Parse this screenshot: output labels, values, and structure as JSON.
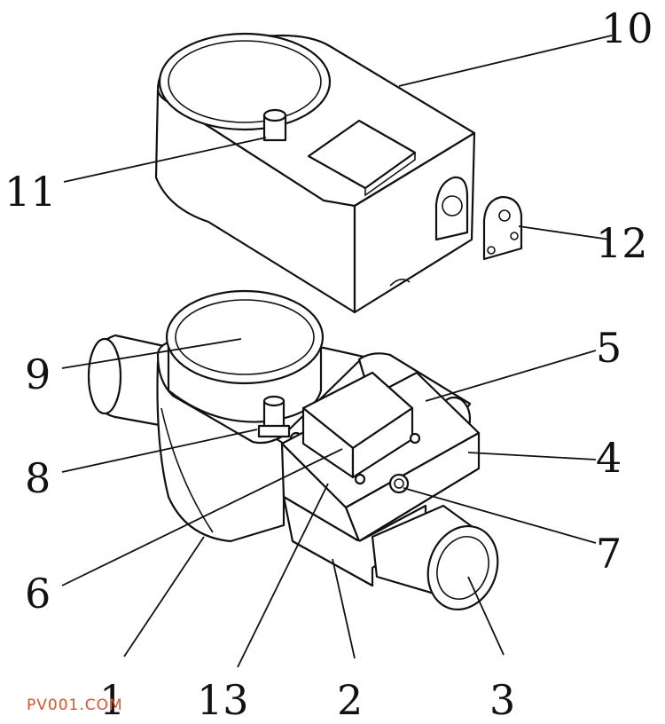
{
  "labels": {
    "n1": "1",
    "n2": "2",
    "n3": "3",
    "n4": "4",
    "n5": "5",
    "n6": "6",
    "n7": "7",
    "n8": "8",
    "n9": "9",
    "n10": "10",
    "n11": "11",
    "n12": "12",
    "n13": "13"
  },
  "watermark": "PV001.COM"
}
